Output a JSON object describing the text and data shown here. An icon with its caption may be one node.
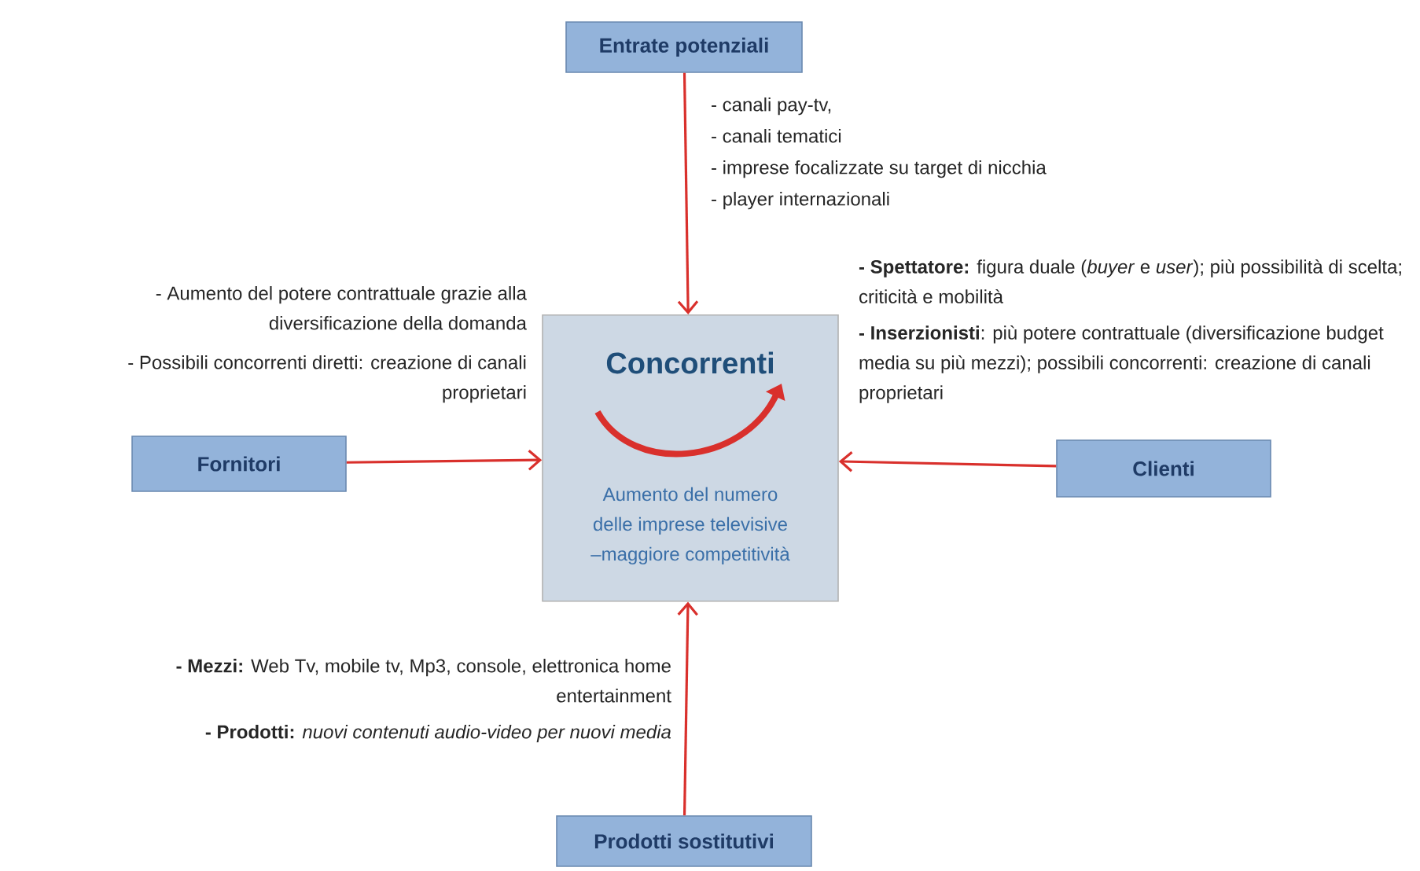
{
  "diagram": {
    "nodes": [
      {
        "text": [
          "Entrate potenziali"
        ],
        "beside": [
          "- canali pay-tv,",
          "- canali tematici",
          "- imprese focalizzate su target di nicchia",
          "- player internazionali"
        ]
      },
      {
        "text": [
          "Concorrenti",
          "Aumento del numero delle imprese televisive –maggiore competitività"
        ]
      },
      {
        "text": [
          "Fornitori"
        ],
        "beside": [
          "- Aumento del potere contrattuale grazie alla diversificazione della domanda",
          "- Possibili concorrenti diretti: creazione di canali proprietari"
        ]
      },
      {
        "text": [
          "Clienti"
        ],
        "beside": [
          "**- Spettatore:** figura duale (*buyer* e *user*); più possibilità di scelta; criticità e mobilità",
          "**- Inserzionisti**: più potere contrattuale (diversificazione budget media su più mezzi); possibili concorrenti: creazione di canali proprietari"
        ]
      },
      {
        "text": [
          "Prodotti sostitutivi"
        ],
        "beside": [
          "**- Mezzi:** Web Tv, mobile tv, Mp3, console, elettronica home entertainment",
          "**- Prodotti:** *nuovi contenuti audio-video per nuovi media*"
        ]
      }
    ],
    "edges": [
      {
        "from": 0,
        "to": 1,
        "arrow": "to"
      },
      {
        "from": 2,
        "to": 1,
        "arrow": "to"
      },
      {
        "from": 3,
        "to": 1,
        "arrow": "to"
      },
      {
        "from": 4,
        "to": 1,
        "arrow": "to"
      }
    ]
  }
}
